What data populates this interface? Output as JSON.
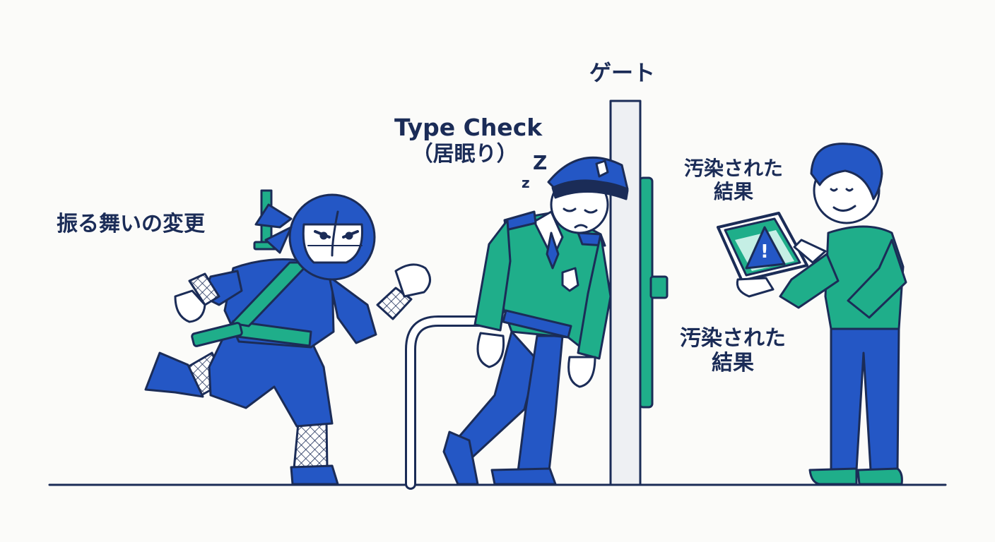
{
  "labels": {
    "gate": "ゲート",
    "type_check_line1": "Type Check",
    "type_check_line2": "（居眠り）",
    "behavior_change": "振る舞いの変更",
    "tainted_top_line1": "汚染された",
    "tainted_top_line2": "結果",
    "tainted_bottom_line1": "汚染された",
    "tainted_bottom_line2": "結果",
    "sleep_z1": "Z",
    "sleep_z2": "z",
    "warning_mark": "!"
  },
  "colors": {
    "outline": "#1b2c57",
    "blue": "#2457c5",
    "green": "#1fae8a",
    "gate_white": "#eef0f3",
    "background": "#fbfbf9"
  },
  "icons": [
    "ninja-figure",
    "sleeping-guard-figure",
    "gate-pillar",
    "turnstile-bar",
    "person-with-tablet",
    "warning-icon"
  ]
}
